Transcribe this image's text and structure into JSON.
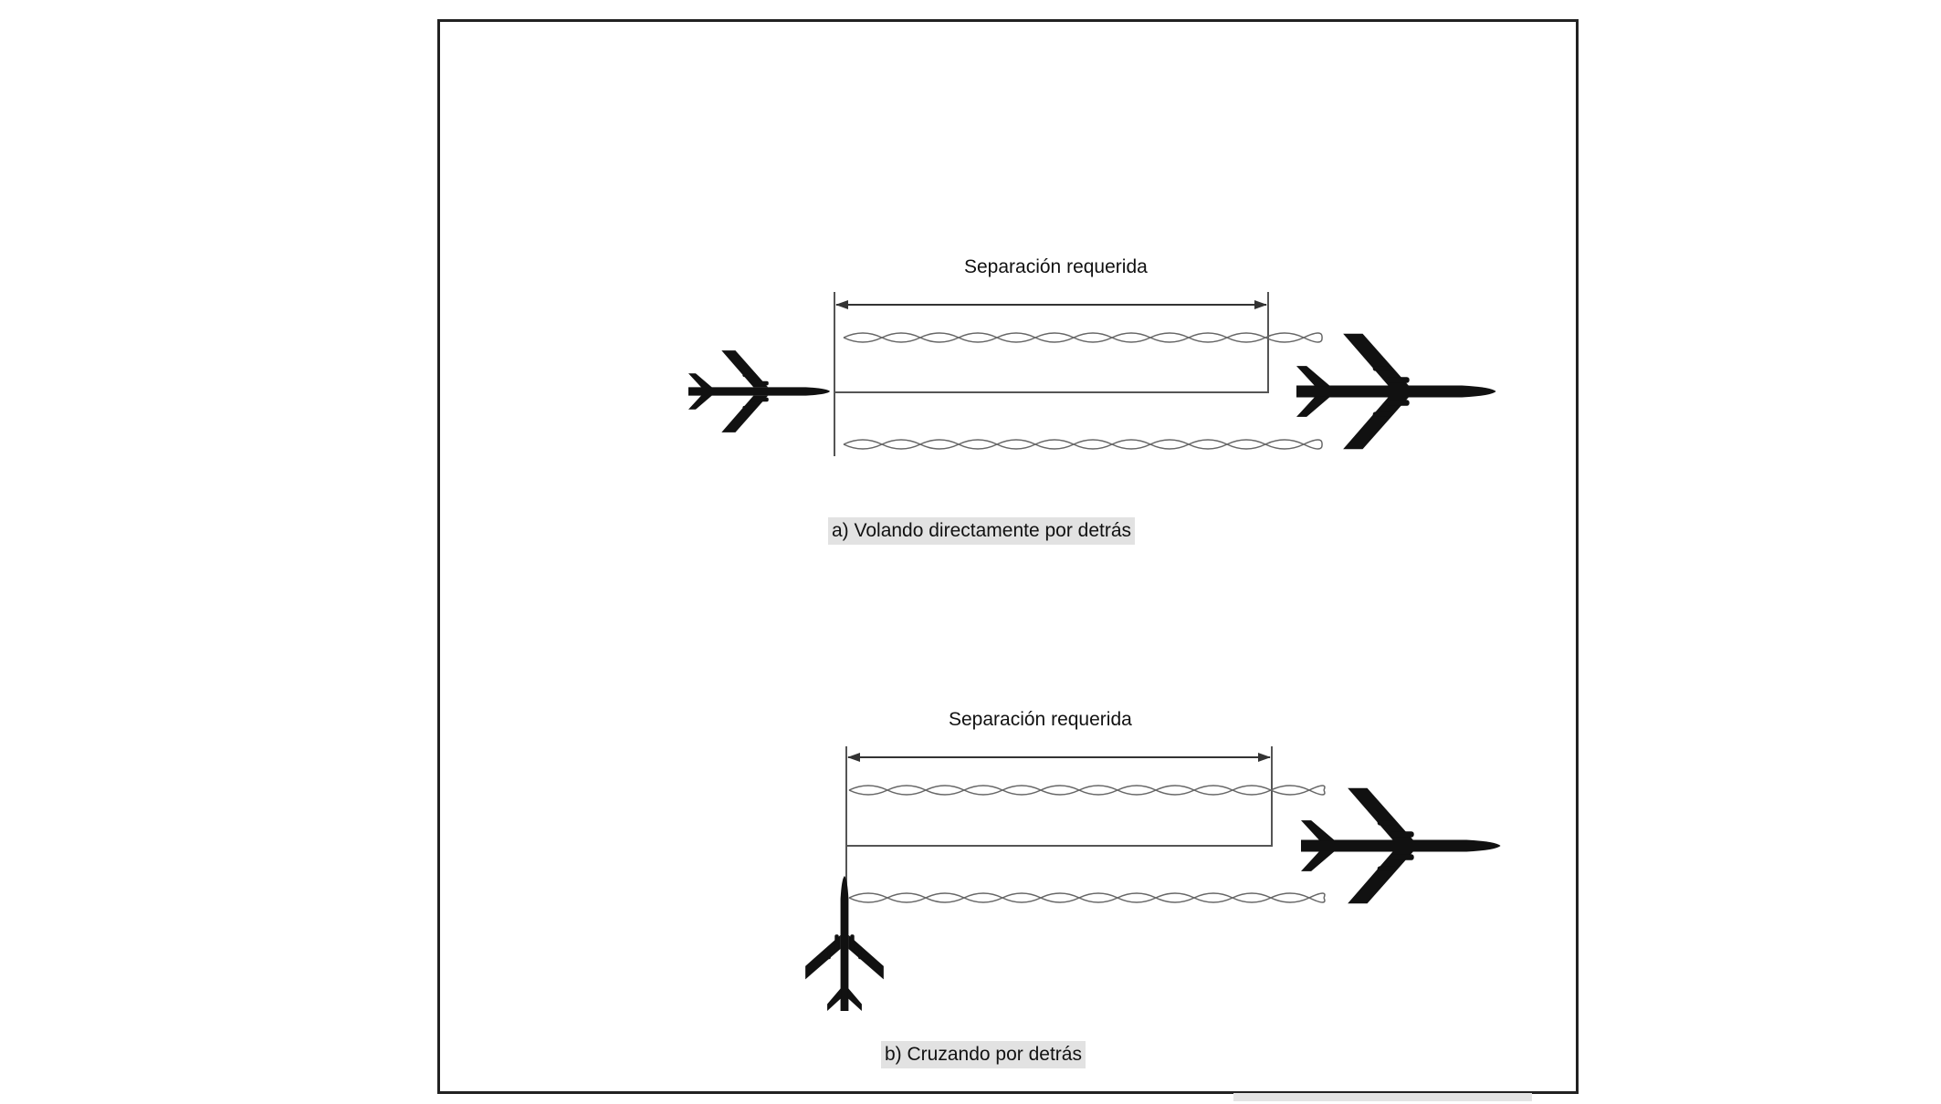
{
  "panel_a": {
    "separation_label": "Separación requerida",
    "caption": "a)  Volando directamente por detrás"
  },
  "panel_b": {
    "separation_label": "Separación requerida",
    "caption": "b)  Cruzando por detrás"
  },
  "colors": {
    "aircraft": "#111111",
    "line": "#555555",
    "vortex": "#666666",
    "caption_background": "#e2e2e2",
    "frame": "#222222"
  }
}
